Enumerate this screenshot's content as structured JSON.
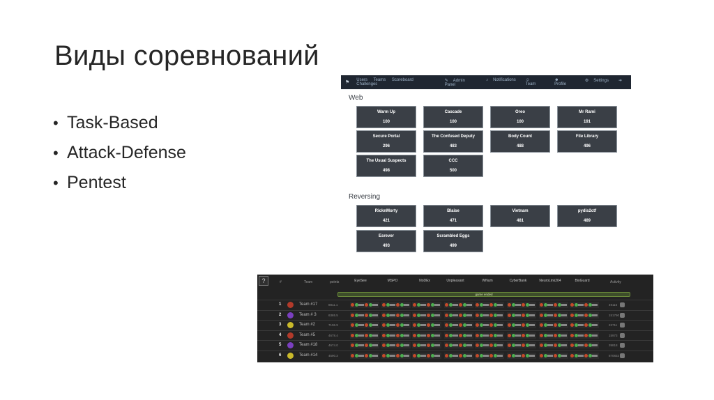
{
  "slide": {
    "title": "Виды соревнований",
    "bullets": [
      "Task-Based",
      "Attack-Defense",
      "Pentest"
    ]
  },
  "ctf": {
    "nav_left": [
      "Users",
      "Teams",
      "Scoreboard",
      "Challenges"
    ],
    "nav_right": [
      "Admin Panel",
      "Notifications",
      "Team",
      "Profile",
      "Settings"
    ],
    "categories": [
      {
        "name": "Web",
        "challenges": [
          {
            "name": "Warm Up",
            "value": "100"
          },
          {
            "name": "Cascade",
            "value": "100"
          },
          {
            "name": "Oreo",
            "value": "100"
          },
          {
            "name": "Mr Rami",
            "value": "191"
          },
          {
            "name": "Secure Portal",
            "value": "296"
          },
          {
            "name": "The Confused Deputy",
            "value": "483"
          },
          {
            "name": "Body Count",
            "value": "488"
          },
          {
            "name": "File Library",
            "value": "496"
          },
          {
            "name": "The Usual Suspects",
            "value": "498"
          },
          {
            "name": "CCC",
            "value": "500"
          }
        ]
      },
      {
        "name": "Reversing",
        "challenges": [
          {
            "name": "RicknMorty",
            "value": "421"
          },
          {
            "name": "Blaise",
            "value": "471"
          },
          {
            "name": "Vietnam",
            "value": "481"
          },
          {
            "name": "pydis2ctf",
            "value": "489"
          },
          {
            "name": "Esrever",
            "value": "493"
          },
          {
            "name": "Scrambled Eggs",
            "value": "499"
          }
        ]
      }
    ]
  },
  "ad": {
    "headers": {
      "rank": "#",
      "team": "Team",
      "points": "points",
      "activity": "Activity"
    },
    "services": [
      "EyeSee",
      "MSPO",
      "NoDEx",
      "Unpleasant",
      "WNum",
      "CyberBank",
      "NeuroLink204",
      "BioGuard"
    ],
    "game_status": "game ended",
    "rows": [
      {
        "rank": "1",
        "team": "Team #17",
        "points": "8811.1",
        "activity": "49115"
      },
      {
        "rank": "2",
        "team": "Team # 3",
        "points": "6365.5",
        "activity": "151790"
      },
      {
        "rank": "3",
        "team": "Team #2",
        "points": "7106.9",
        "activity": "22711"
      },
      {
        "rank": "4",
        "team": "Team #5",
        "points": "4678.4",
        "activity": "15973"
      },
      {
        "rank": "5",
        "team": "Team #18",
        "points": "4674.0",
        "activity": "39818"
      },
      {
        "rank": "6",
        "team": "Team #14",
        "points": "4590.3",
        "activity": "870832"
      }
    ],
    "colors": {
      "logo1": "#b23a2a",
      "logo2": "#7a3fbf",
      "logo3": "#c9b92a"
    }
  }
}
